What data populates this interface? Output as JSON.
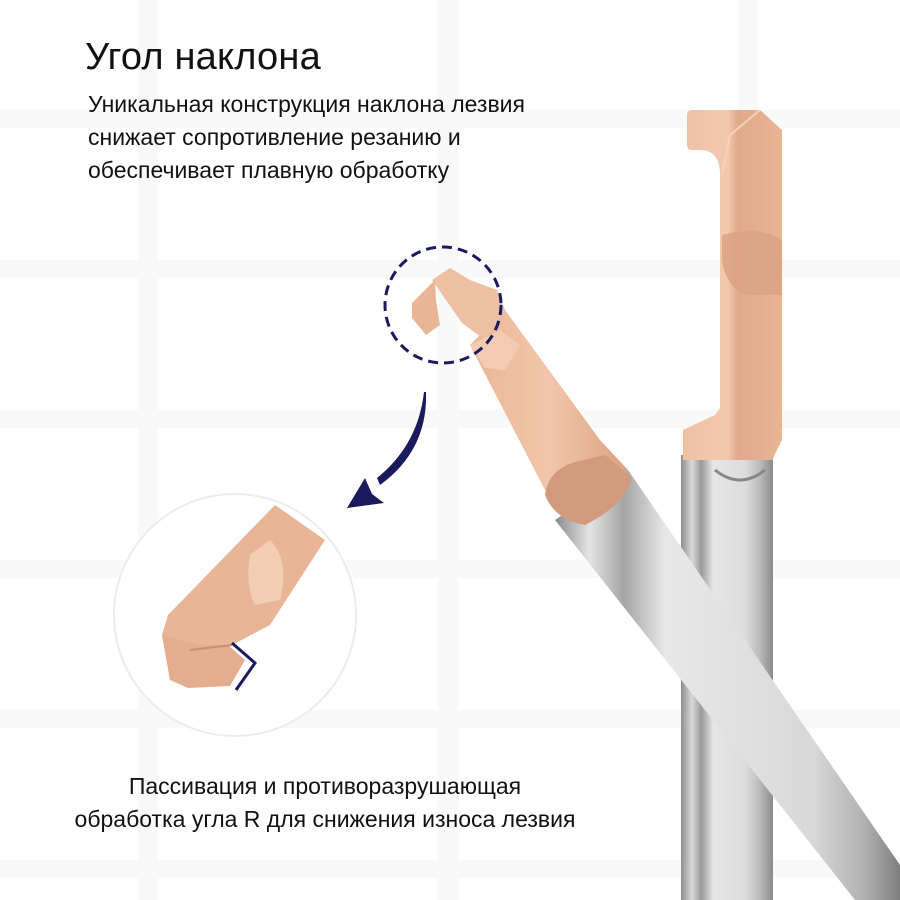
{
  "heading": {
    "title": "Угол наклона",
    "description_lines": [
      "Уникальная конструкция наклона лезвия",
      "снижает сопротивление резанию и",
      "обеспечивает плавную обработку"
    ]
  },
  "caption": {
    "lines": [
      "Пассивация и противоразрушающая",
      "обработка угла R для снижения износа лезвия"
    ]
  },
  "illustration": {
    "icons": [
      "dashed-highlight-circle-icon",
      "curved-arrow-icon",
      "magnified-tip-circle",
      "edge-angle-marker-icon"
    ],
    "colors": {
      "accent_navy": "#1a1a5e",
      "coating_copper": "#e9b596",
      "coating_shadow": "#c98f72",
      "shank_silver": "#c8c8c8",
      "text": "#111111",
      "background": "#ffffff"
    }
  }
}
